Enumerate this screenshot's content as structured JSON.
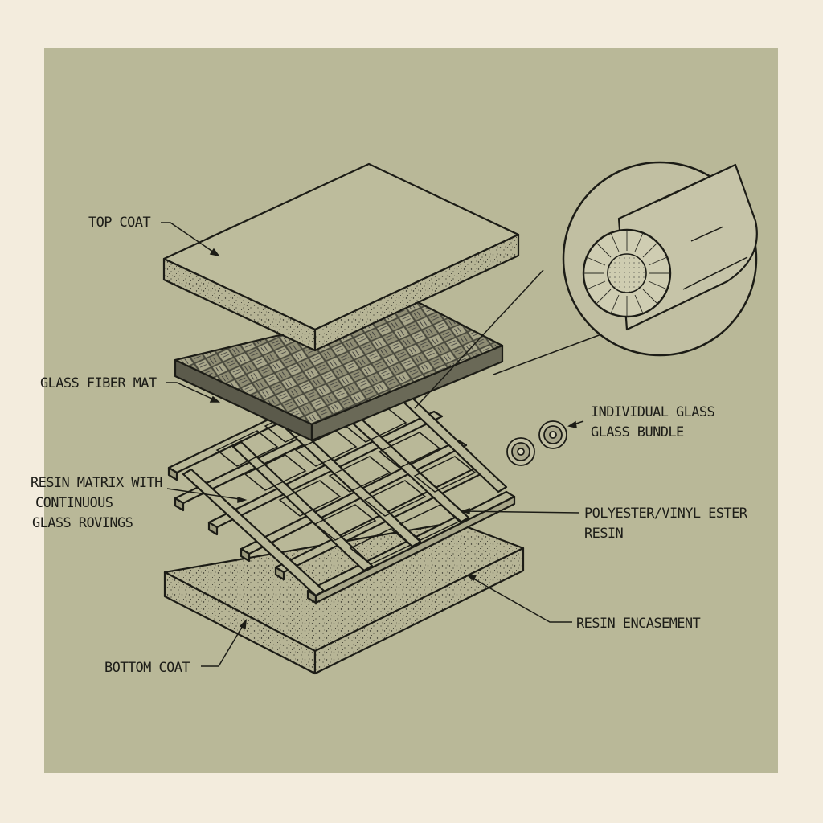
{
  "labels": {
    "top_coat": "TOP COAT",
    "glass_fiber_mat": "GLASS FIBER MAT",
    "resin_matrix": [
      "RESIN MATRIX WITH",
      "CONTINUOUS",
      "GLASS ROVINGS"
    ],
    "individual_glass": [
      "INDIVIDUAL GLASS",
      "GLASS BUNDLE"
    ],
    "polyester_resin": [
      "POLYESTER/VINYL ESTER",
      "RESIN"
    ],
    "resin_encasement": "RESIN ENCASEMENT",
    "bottom_coat": "BOTTOM COAT"
  },
  "colors": {
    "background": "#b9b898",
    "paper": "#f3ecdd",
    "ink": "#1c1c16"
  }
}
